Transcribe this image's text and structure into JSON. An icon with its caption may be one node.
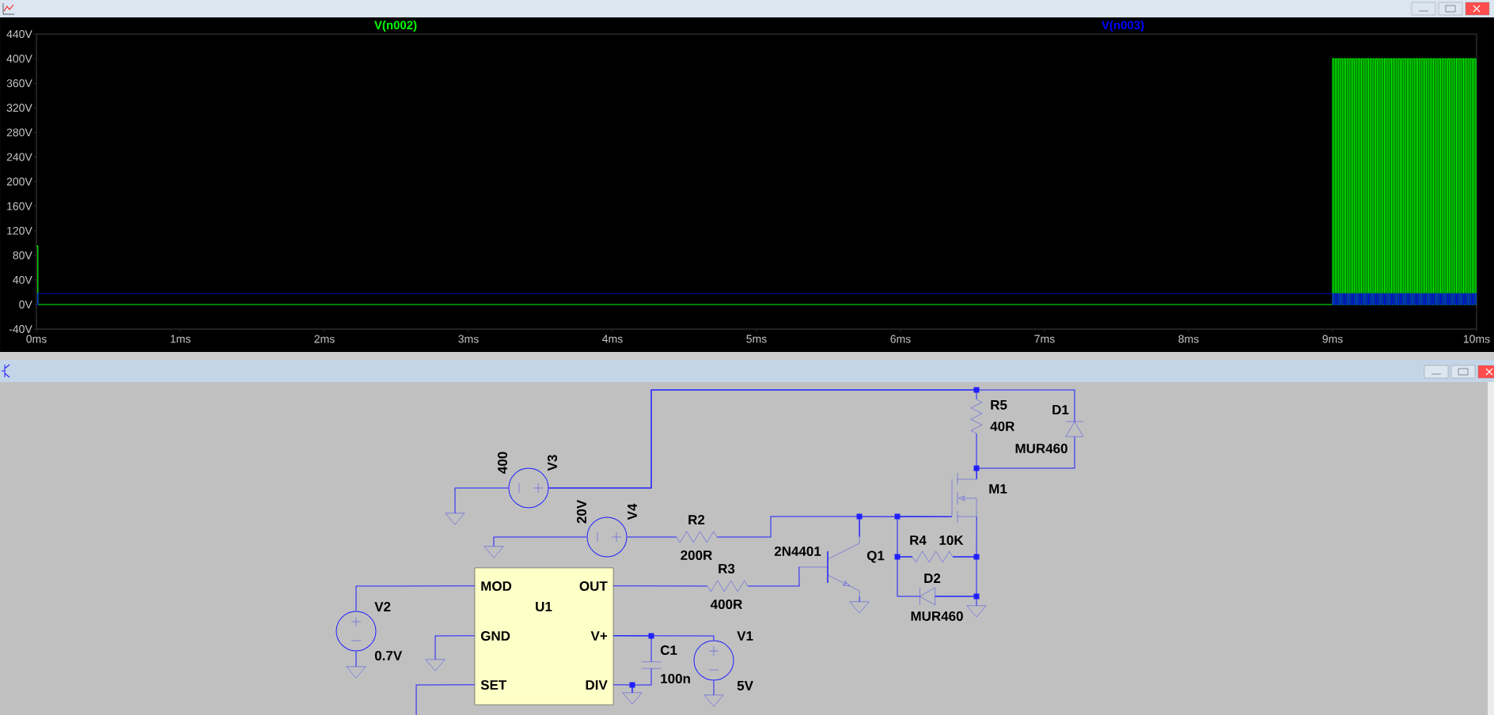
{
  "diagram": {
    "nodes": [
      {
        "text": [
          "V3",
          "400"
        ]
      },
      {
        "text": [
          "V4",
          "20V"
        ]
      },
      {
        "text": [
          "R2",
          "200R"
        ]
      },
      {
        "text": [
          "R3",
          "400R"
        ]
      },
      {
        "text": [
          "U1",
          "MOD",
          "OUT",
          "GND",
          "V+",
          "SET",
          "DIV"
        ]
      },
      {
        "text": [
          "V2",
          "0.7V"
        ]
      },
      {
        "text": [
          "C1",
          "100n"
        ]
      },
      {
        "text": [
          "V1",
          "5V"
        ]
      },
      {
        "text": [
          "Q1",
          "2N4401"
        ]
      },
      {
        "text": [
          "M1"
        ]
      },
      {
        "text": [
          "R5",
          "40R"
        ]
      },
      {
        "text": [
          "D1",
          "MUR460"
        ]
      },
      {
        "text": [
          "R4",
          "10K"
        ]
      },
      {
        "text": [
          "D2",
          "MUR460"
        ]
      },
      {
        "text": [],
        "shape": "triangle"
      },
      {
        "text": [],
        "shape": "triangle"
      },
      {
        "text": [],
        "shape": "triangle"
      },
      {
        "text": [],
        "shape": "triangle"
      },
      {
        "text": [],
        "shape": "triangle"
      },
      {
        "text": [],
        "shape": "triangle"
      },
      {
        "text": [],
        "shape": "triangle"
      },
      {
        "text": [],
        "shape": "triangle"
      }
    ],
    "edges": [
      {
        "from": 0,
        "to": 10,
        "arrow": "none"
      },
      {
        "from": 0,
        "to": 11,
        "arrow": "none"
      },
      {
        "from": 0,
        "to": 16,
        "arrow": "none"
      },
      {
        "from": 1,
        "to": 17,
        "arrow": "none"
      },
      {
        "from": 1,
        "to": 2,
        "arrow": "none"
      },
      {
        "from": 2,
        "to": 8,
        "arrow": "none"
      },
      {
        "from": 8,
        "to": 9,
        "arrow": "none"
      },
      {
        "from": 9,
        "to": 12,
        "arrow": "none"
      },
      {
        "from": 12,
        "to": 13,
        "arrow": "none"
      },
      {
        "from": 9,
        "to": 12,
        "arrow": "none"
      },
      {
        "from": 12,
        "to": 13,
        "arrow": "none"
      },
      {
        "from": 13,
        "to": 21,
        "arrow": "none"
      },
      {
        "from": 4,
        "to": 3,
        "arrow": "none"
      },
      {
        "from": 3,
        "to": 8,
        "arrow": "none"
      },
      {
        "from": 8,
        "to": 20,
        "arrow": "none"
      },
      {
        "from": 9,
        "to": 10,
        "arrow": "none"
      },
      {
        "from": 9,
        "to": 11,
        "arrow": "none"
      },
      {
        "from": 4,
        "to": 5,
        "arrow": "none"
      },
      {
        "from": 5,
        "to": 14,
        "arrow": "none"
      },
      {
        "from": 4,
        "to": 15,
        "arrow": "none"
      },
      {
        "from": 4,
        "to": 6,
        "arrow": "none"
      },
      {
        "from": 4,
        "to": 7,
        "arrow": "none"
      },
      {
        "from": 4,
        "to": 18,
        "arrow": "none"
      },
      {
        "from": 6,
        "to": 18,
        "arrow": "none"
      },
      {
        "from": 7,
        "to": 19,
        "arrow": "none"
      },
      {
        "from": 4,
        "to": null,
        "arrow": "none"
      }
    ],
    "chart_data": {
      "type": "line",
      "x": [
        0,
        0.01,
        9,
        9.01,
        9.02,
        9.03,
        9.04,
        9.05,
        9.06,
        9.07,
        9.08,
        9.09,
        9.1,
        9.11,
        9.12,
        9.13,
        9.14,
        9.15,
        9.16,
        9.17,
        9.18,
        9.19,
        9.2,
        9.21,
        9.22,
        9.23,
        9.24,
        9.25,
        9.26,
        9.27,
        9.28,
        9.29,
        9.3,
        9.31,
        9.32,
        9.33,
        9.34,
        9.35,
        9.36,
        9.37,
        9.38,
        9.39,
        9.4,
        9.41,
        9.42,
        9.43,
        9.44,
        9.45,
        9.46,
        9.47,
        9.48,
        9.49,
        9.5,
        9.51,
        9.52,
        9.53,
        9.54,
        9.55,
        9.56,
        9.57,
        9.58,
        9.59,
        9.6,
        9.61,
        9.62,
        9.63,
        9.64,
        9.65,
        9.66,
        9.67,
        9.68,
        9.69,
        9.7,
        9.71,
        9.72,
        9.73,
        9.74,
        9.75,
        9.76,
        9.77,
        9.78,
        9.79,
        9.8,
        9.81,
        9.82,
        9.83,
        9.84,
        9.85,
        9.86,
        9.87,
        9.88,
        9.89,
        9.9,
        9.91,
        9.92,
        9.93,
        9.94,
        9.95,
        9.96,
        9.97,
        9.98,
        9.99,
        10
      ],
      "series": [
        {
          "name": "V(n002)",
          "color": "#00ff00",
          "values": [
            95,
            0,
            400,
            0,
            400,
            0,
            400,
            0,
            400,
            0,
            400,
            0,
            400,
            0,
            400,
            0,
            400,
            0,
            400,
            0,
            400,
            0,
            400,
            0,
            400,
            0,
            400,
            0,
            400,
            0,
            400,
            0,
            400,
            0,
            400,
            0,
            400,
            0,
            400,
            0,
            400,
            0,
            400,
            0,
            400,
            0,
            400,
            0,
            400,
            0,
            400,
            0,
            400,
            0,
            400,
            0,
            400,
            0,
            400,
            0,
            400,
            0,
            400,
            0,
            400,
            0,
            400,
            0,
            400,
            0,
            400,
            0,
            400,
            0,
            400,
            0,
            400,
            0,
            400,
            0,
            400,
            0,
            400,
            0,
            400,
            0,
            400,
            0,
            400,
            0,
            400,
            0,
            400,
            0,
            400,
            0,
            400,
            0,
            400,
            0,
            400,
            0,
            400
          ]
        },
        {
          "name": "V(n003)",
          "color": "#0000ff",
          "values": [
            0,
            18,
            0,
            18,
            0,
            18,
            0,
            18,
            0,
            18,
            0,
            18,
            0,
            18,
            0,
            18,
            0,
            18,
            0,
            18,
            0,
            18,
            0,
            18,
            0,
            18,
            0,
            18,
            0,
            18,
            0,
            18,
            0,
            18,
            0,
            18,
            0,
            18,
            0,
            18,
            0,
            18,
            0,
            18,
            0,
            18,
            0,
            18,
            0,
            18,
            0,
            18,
            0,
            18,
            0,
            18,
            0,
            18,
            0,
            18,
            0,
            18,
            0,
            18,
            0,
            18,
            0,
            18,
            0,
            18,
            0,
            18,
            0,
            18,
            0,
            18,
            0,
            18,
            0,
            18,
            0,
            18,
            0,
            18,
            0,
            18,
            0,
            18,
            0,
            18,
            0,
            18,
            0,
            18,
            0,
            18,
            0,
            18,
            0,
            18,
            0,
            18,
            0
          ]
        }
      ],
      "xlim": [
        0,
        10
      ],
      "ylim": [
        -40,
        440
      ],
      "xticks": [
        {
          "value": 0,
          "label": "0ms"
        },
        {
          "value": 1,
          "label": "1ms"
        },
        {
          "value": 2,
          "label": "2ms"
        },
        {
          "value": 3,
          "label": "3ms"
        },
        {
          "value": 4,
          "label": "4ms"
        },
        {
          "value": 5,
          "label": "5ms"
        },
        {
          "value": 6,
          "label": "6ms"
        },
        {
          "value": 7,
          "label": "7ms"
        },
        {
          "value": 8,
          "label": "8ms"
        },
        {
          "value": 9,
          "label": "9ms"
        },
        {
          "value": 10,
          "label": "10ms"
        }
      ],
      "yticks": [
        {
          "value": -40,
          "label": "-40V"
        },
        {
          "value": 0,
          "label": "0V"
        },
        {
          "value": 40,
          "label": "40V"
        },
        {
          "value": 80,
          "label": "80V"
        },
        {
          "value": 120,
          "label": "120V"
        },
        {
          "value": 160,
          "label": "160V"
        },
        {
          "value": 200,
          "label": "200V"
        },
        {
          "value": 240,
          "label": "240V"
        },
        {
          "value": 280,
          "label": "280V"
        },
        {
          "value": 320,
          "label": "320V"
        },
        {
          "value": 360,
          "label": "360V"
        },
        {
          "value": 400,
          "label": "400V"
        },
        {
          "value": 440,
          "label": "440V"
        }
      ]
    }
  }
}
